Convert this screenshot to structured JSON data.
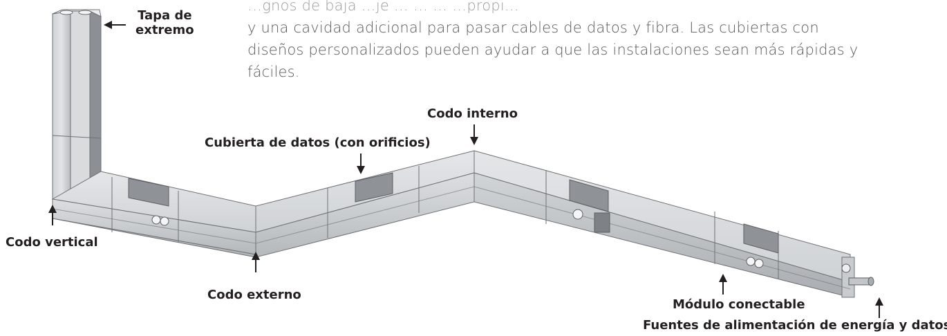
{
  "paragraph": {
    "line1": "…gnos de baja …je … … … …propi…",
    "line2": "y una cavidad adicional para pasar cables de datos y fibra. Las cubiertas con",
    "line3": "diseños personalizados pueden ayudar a que las instalaciones sean más rápidas y",
    "line4": "fáciles."
  },
  "labels": {
    "end_cap_line1": "Tapa de",
    "end_cap_line2": "extremo",
    "inside_elbow": "Codo interno",
    "data_cover": "Cubierta de datos (con orificios)",
    "vertical_elbow": "Codo vertical",
    "outside_elbow": "Codo externo",
    "plug_in_module": "Módulo conectable",
    "power_feed": "Fuentes de alimentación de energía y datos"
  },
  "colors": {
    "metal_light": "#d6d8da",
    "metal_mid": "#c3c6c9",
    "metal_dark": "#8f9397",
    "outline": "#5b5e61",
    "text": "#231f20"
  }
}
